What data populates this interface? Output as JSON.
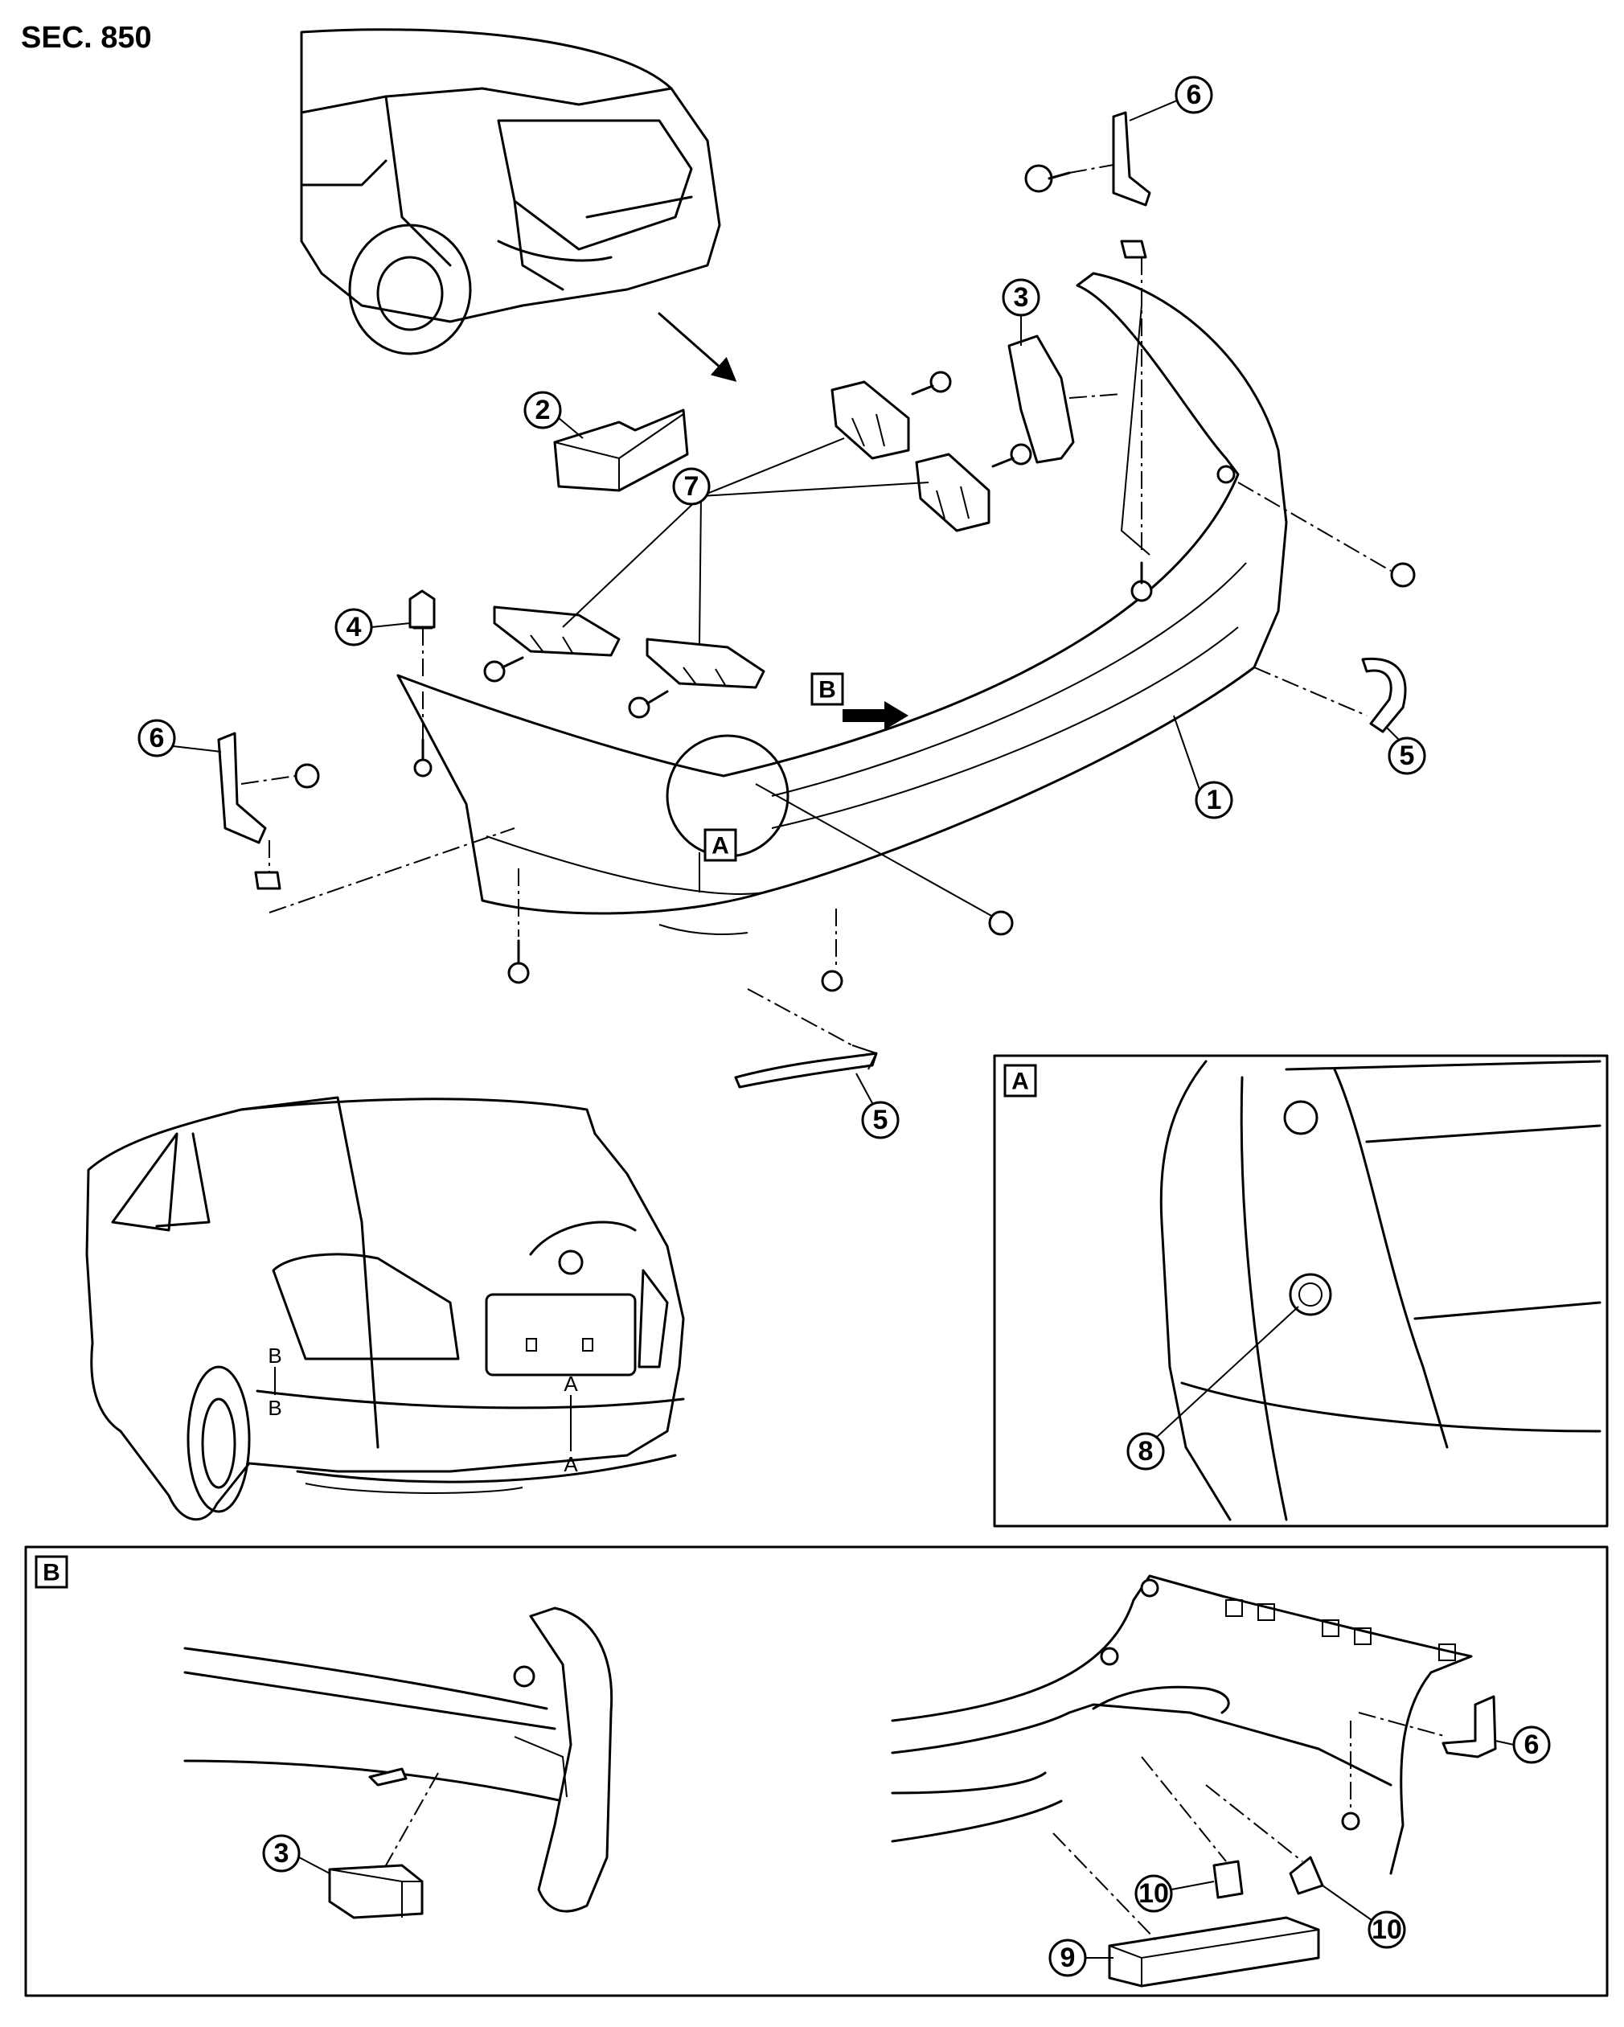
{
  "title": "SEC. 850",
  "callouts": {
    "c1": "1",
    "c2": "2",
    "c3": "3",
    "c4": "4",
    "c5": "5",
    "c6": "6",
    "c7": "7",
    "c8": "8",
    "c9": "9",
    "c10": "10"
  },
  "views": {
    "a": "A",
    "b": "B"
  },
  "clearance_marks": {
    "a": "A",
    "b": "B"
  }
}
